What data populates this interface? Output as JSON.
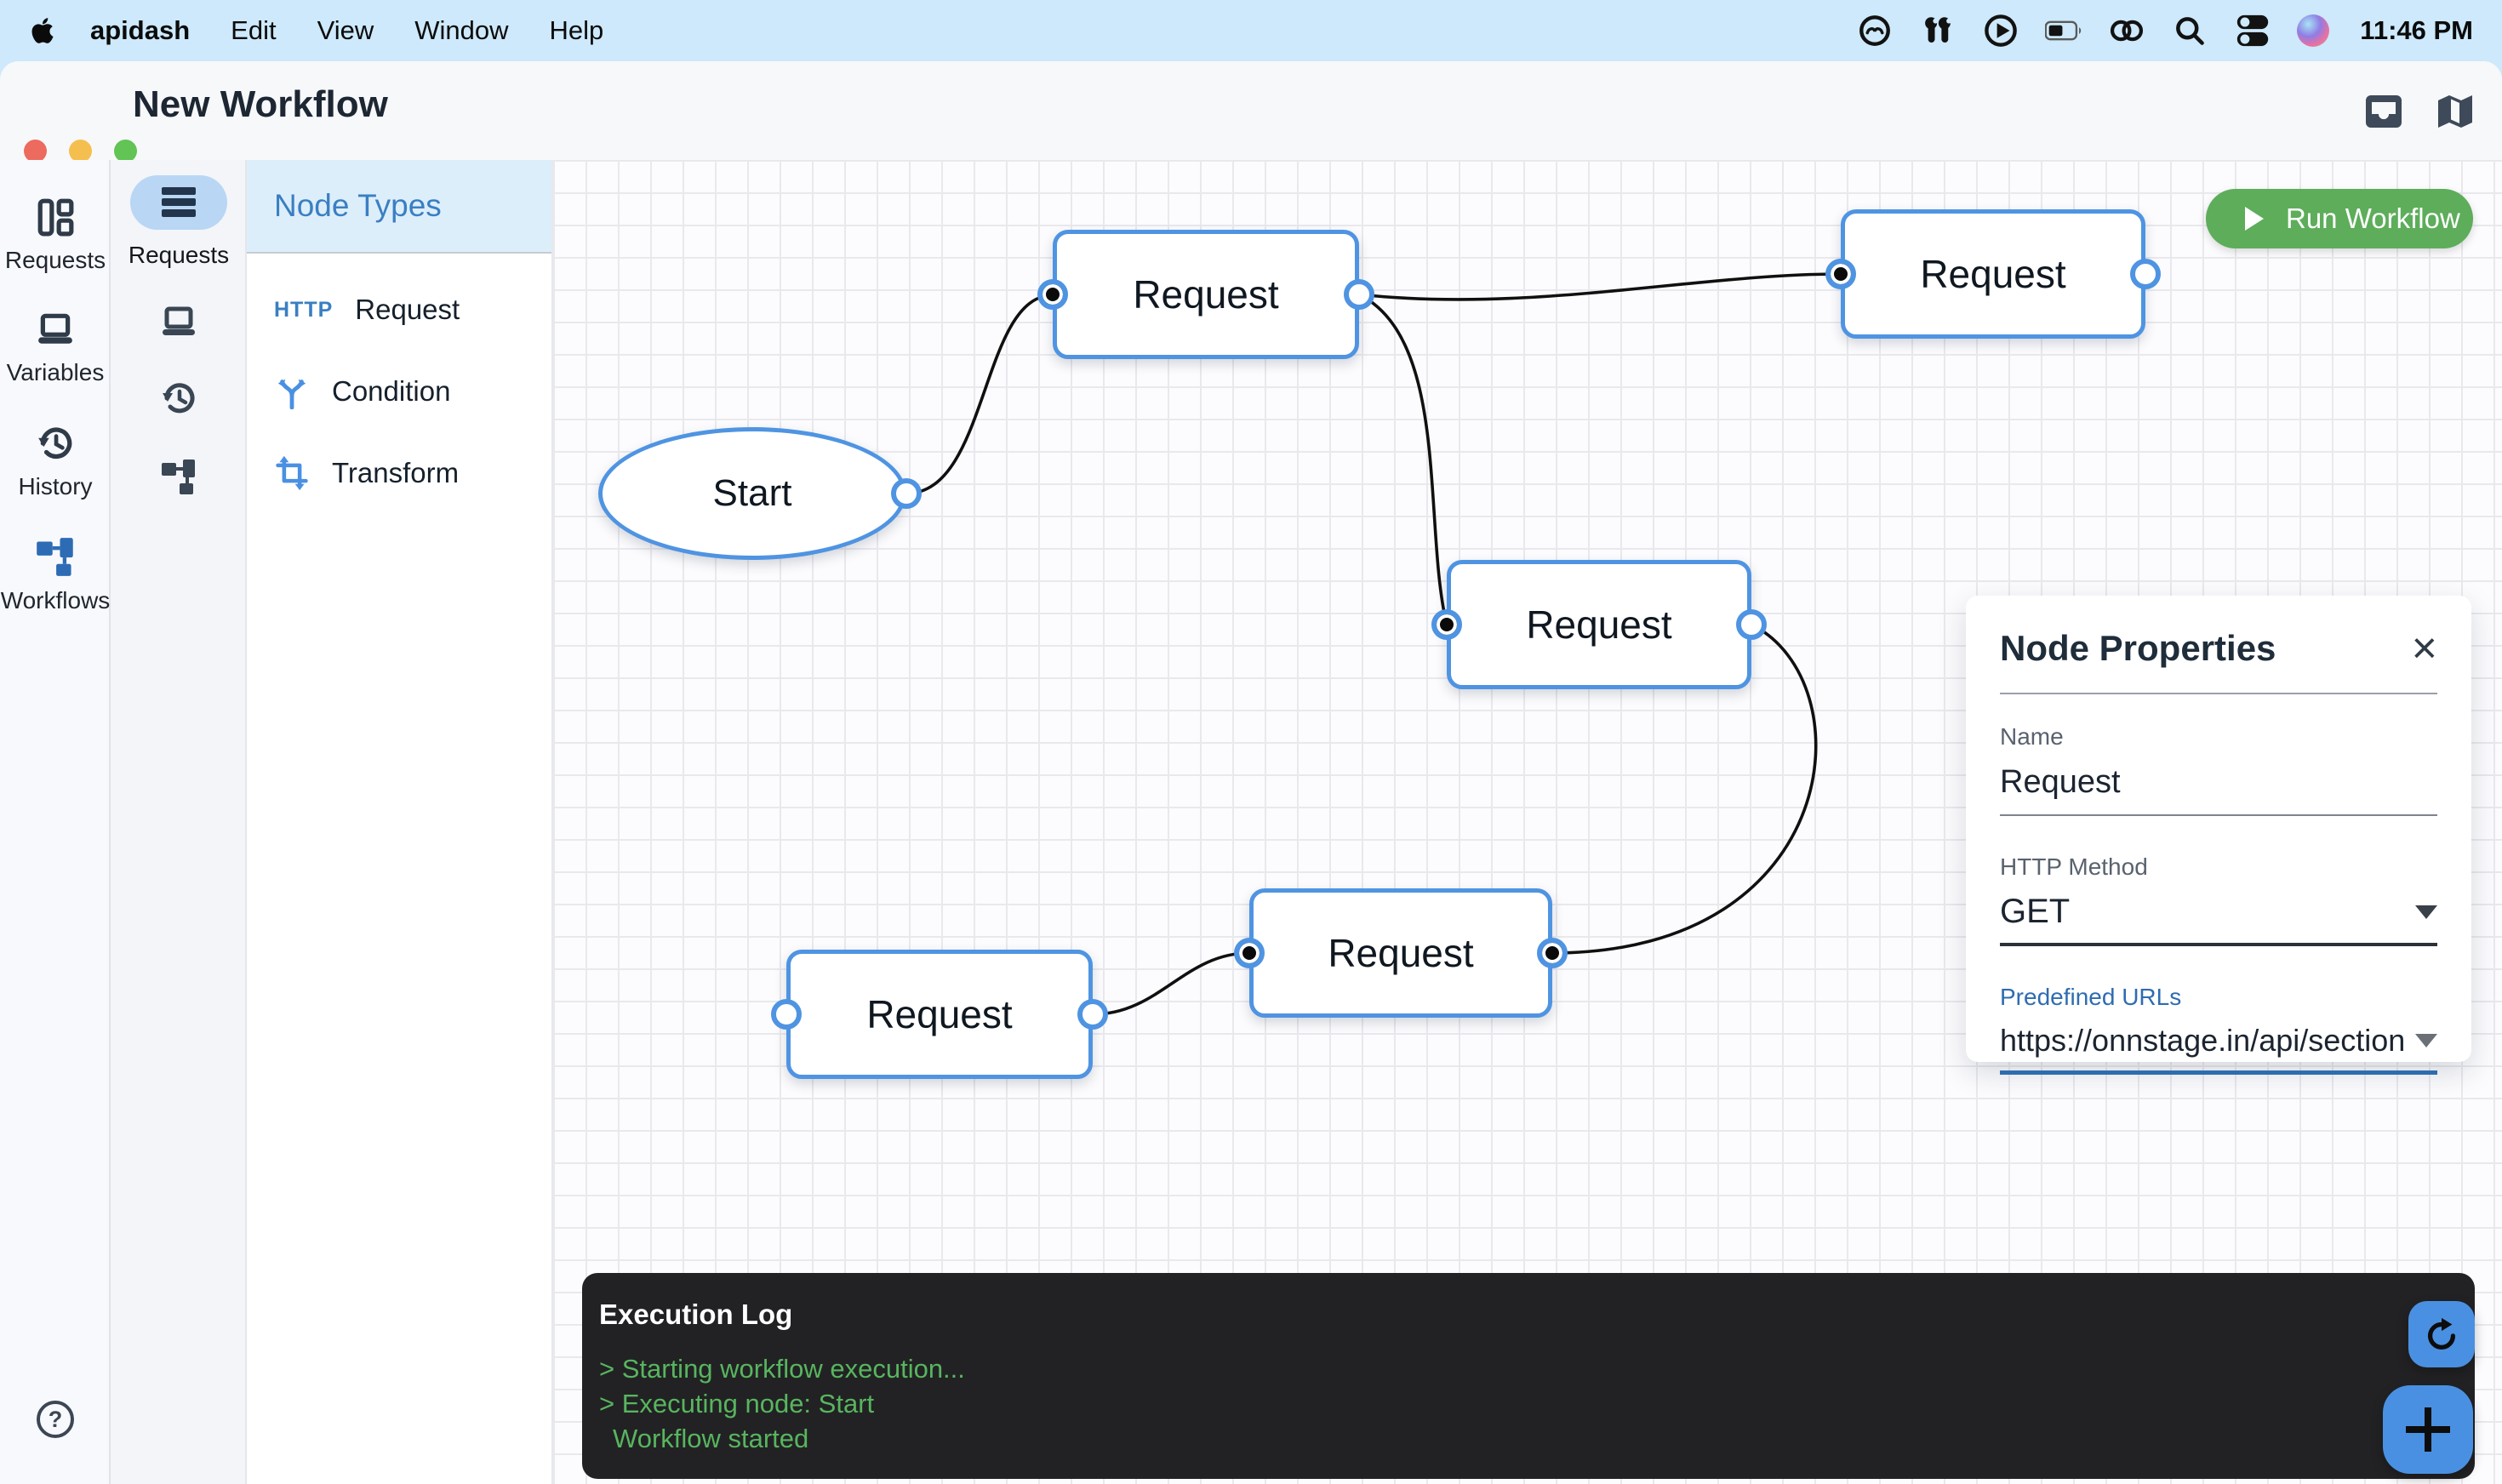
{
  "menubar": {
    "app_name": "apidash",
    "items": [
      "Edit",
      "View",
      "Window",
      "Help"
    ],
    "status_icons": [
      "creative-cloud",
      "airpods",
      "play-circle",
      "battery",
      "link",
      "search",
      "control-center",
      "siri"
    ],
    "time": "11:46 PM"
  },
  "window": {
    "title": "New Workflow",
    "header_icons": [
      "tray",
      "map"
    ]
  },
  "nav": {
    "items": [
      {
        "label": "Requests",
        "icon": "layout-columns"
      },
      {
        "label": "Variables",
        "icon": "laptop"
      },
      {
        "label": "History",
        "icon": "history-clock"
      },
      {
        "label": "Workflows",
        "icon": "workflow-tree",
        "active": true
      }
    ],
    "bottom_icons": [
      "help",
      "settings"
    ]
  },
  "subnav": {
    "active_label": "Requests",
    "icons": [
      "list-rows",
      "laptop",
      "history-clock",
      "workflow-tree"
    ]
  },
  "node_panel": {
    "title": "Node Types",
    "items": [
      {
        "icon": "http",
        "label": "Request"
      },
      {
        "icon": "branch",
        "label": "Condition"
      },
      {
        "icon": "transform",
        "label": "Transform"
      }
    ]
  },
  "toolbar": {
    "run_label": "Run Workflow"
  },
  "canvas": {
    "nodes": [
      {
        "id": "start",
        "label": "Start",
        "shape": "ellipse"
      },
      {
        "id": "request-1",
        "label": "Request",
        "shape": "rect"
      },
      {
        "id": "request-2",
        "label": "Request",
        "shape": "rect"
      },
      {
        "id": "request-3",
        "label": "Request",
        "shape": "rect"
      },
      {
        "id": "request-4",
        "label": "Request",
        "shape": "rect"
      },
      {
        "id": "request-5",
        "label": "Request",
        "shape": "rect"
      }
    ],
    "edges": [
      {
        "from": "start",
        "to": "request-1"
      },
      {
        "from": "request-1",
        "to": "request-2"
      },
      {
        "from": "request-1",
        "to": "request-3"
      },
      {
        "from": "request-3",
        "to": "request-5"
      },
      {
        "from": "request-4",
        "to": "request-5"
      }
    ]
  },
  "properties": {
    "title": "Node Properties",
    "close_glyph": "×",
    "name_label": "Name",
    "name_value": "Request",
    "method_label": "HTTP Method",
    "method_value": "GET",
    "urls_label": "Predefined URLs",
    "urls_value": "https://onnstage.in/api/section"
  },
  "log": {
    "title": "Execution Log",
    "lines": [
      "> Starting workflow execution...",
      "> Executing node: Start",
      "Workflow started"
    ]
  },
  "colors": {
    "accent_blue": "#4f94e2",
    "panel_blue": "#ddeefb",
    "run_green": "#5dad5a",
    "log_green": "#58b55f",
    "fab_blue": "#4a90e2",
    "menubar_blue": "#cde9fb"
  }
}
